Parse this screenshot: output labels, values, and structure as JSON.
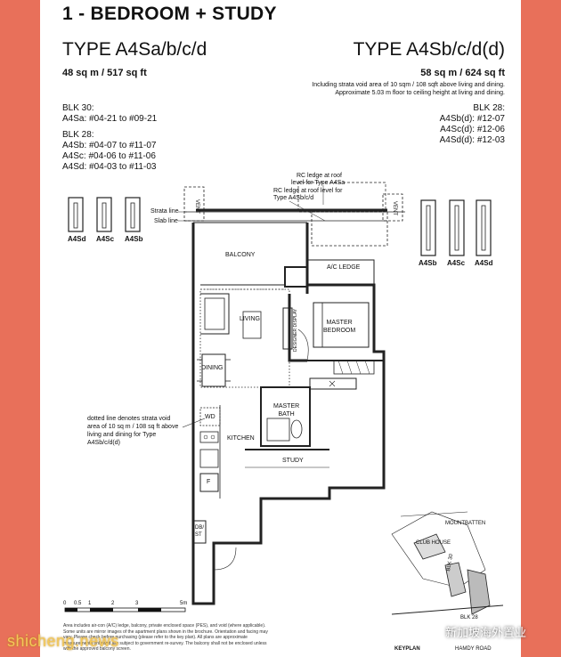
{
  "header": {
    "title": "1 - BEDROOM + STUDY",
    "type_left": "TYPE A4Sa/b/c/d",
    "type_right": "TYPE A4Sb/c/d(d)",
    "area_left": "48 sq m / 517 sq ft",
    "area_right": "58 sq m / 624 sq ft",
    "area_note_line1": "Including strata void area of 10 sqm / 108 sqft above living and dining.",
    "area_note_line2": "Approximate 5.03 m floor to ceiling height at living and dining."
  },
  "blocks_left": {
    "blk30_title": "BLK 30:",
    "blk30_line1": "A4Sa: #04-21 to #09-21",
    "blk28_title": "BLK 28:",
    "blk28_line1": "A4Sb: #04-07 to #11-07",
    "blk28_line2": "A4Sc: #04-06 to #11-06",
    "blk28_line3": "A4Sd: #04-03 to #11-03"
  },
  "blocks_right": {
    "title": "BLK 28:",
    "line1": "A4Sb(d): #12-07",
    "line2": "A4Sc(d): #12-06",
    "line3": "A4Sd(d): #12-03"
  },
  "key_left": [
    "A4Sd",
    "A4Sc",
    "A4Sb"
  ],
  "key_right": [
    "A4Sb",
    "A4Sc",
    "A4Sd"
  ],
  "plan": {
    "rc_ledge_a": "RC ledge at roof",
    "rc_ledge_a2": "level for Type A4Sa",
    "rc_ledge_b": "RC ledge at roof level for",
    "rc_ledge_b2": "Type A4Sb/c/d",
    "strata_line": "Strata line",
    "slab_line": "Slab line",
    "ac_ledge": "A/C LEDGE",
    "balcony": "BALCONY",
    "living": "LIVING",
    "designer_display": "DESIGNER DISPLAY",
    "master_bedroom_1": "MASTER",
    "master_bedroom_2": "BEDROOM",
    "dining": "DINING",
    "master_bath_1": "MASTER",
    "master_bath_2": "BATH",
    "wd": "WD",
    "kitchen": "KITCHEN",
    "study": "STUDY",
    "fridge": "F",
    "db_st_1": "DB/",
    "db_st_2": "ST",
    "void_note_1": "dotted line denotes strata void",
    "void_note_2": "area of 10 sq m / 108 sq ft above",
    "void_note_3": "living and dining for Type",
    "void_note_4": "A4Sb/c/d(d)",
    "vent": "VENT"
  },
  "scale": {
    "ticks": [
      "0",
      "0.5",
      "1",
      "2",
      "3",
      "5m"
    ]
  },
  "footer": {
    "disclaimer_1": "Area includes air-con (A/C) ledge, balcony, private enclosed space (PES), and void (where applicable).",
    "disclaimer_2": "Some units are mirror images of the apartment plans shown in the brochure. Orientation and facing may",
    "disclaimer_3": "vary. Please check before purchasing (please refer to the key plan). All plans are approximate",
    "disclaimer_4": "measurements only and are subject to government re-survey. The balcony shall not be enclosed unless",
    "disclaimer_5": "with the approved balcony screen.",
    "keyplan_label": "KEYPLAN",
    "road_1": "MOUNTBATTEN",
    "road_2": "HAMDY ROAD",
    "blk28": "BLK 28",
    "blk30": "BLK 30",
    "club": "CLUB HOUSE"
  },
  "watermark": "shicheng.news",
  "wechat": "新加坡海外置业"
}
